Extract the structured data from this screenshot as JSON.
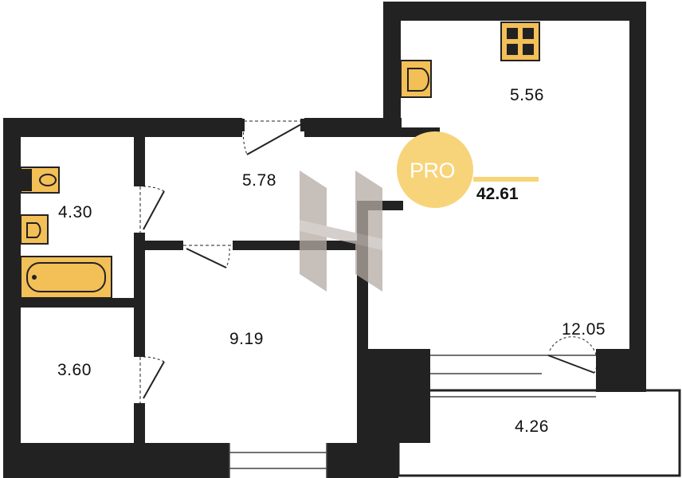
{
  "badge": {
    "label": "PRO",
    "total_area": "42.61"
  },
  "rooms": {
    "kitchen_area": "5.56",
    "hall_area": "5.78",
    "bathroom_area": "4.30",
    "storage_area": "3.60",
    "bedroom_area": "9.19",
    "living_area": "12.05",
    "balcony_area": "4.26"
  },
  "colors": {
    "wall": "#222222",
    "fixture": "#f3bf57",
    "badge": "#f7d479",
    "watermark": "#bcb2ad"
  }
}
